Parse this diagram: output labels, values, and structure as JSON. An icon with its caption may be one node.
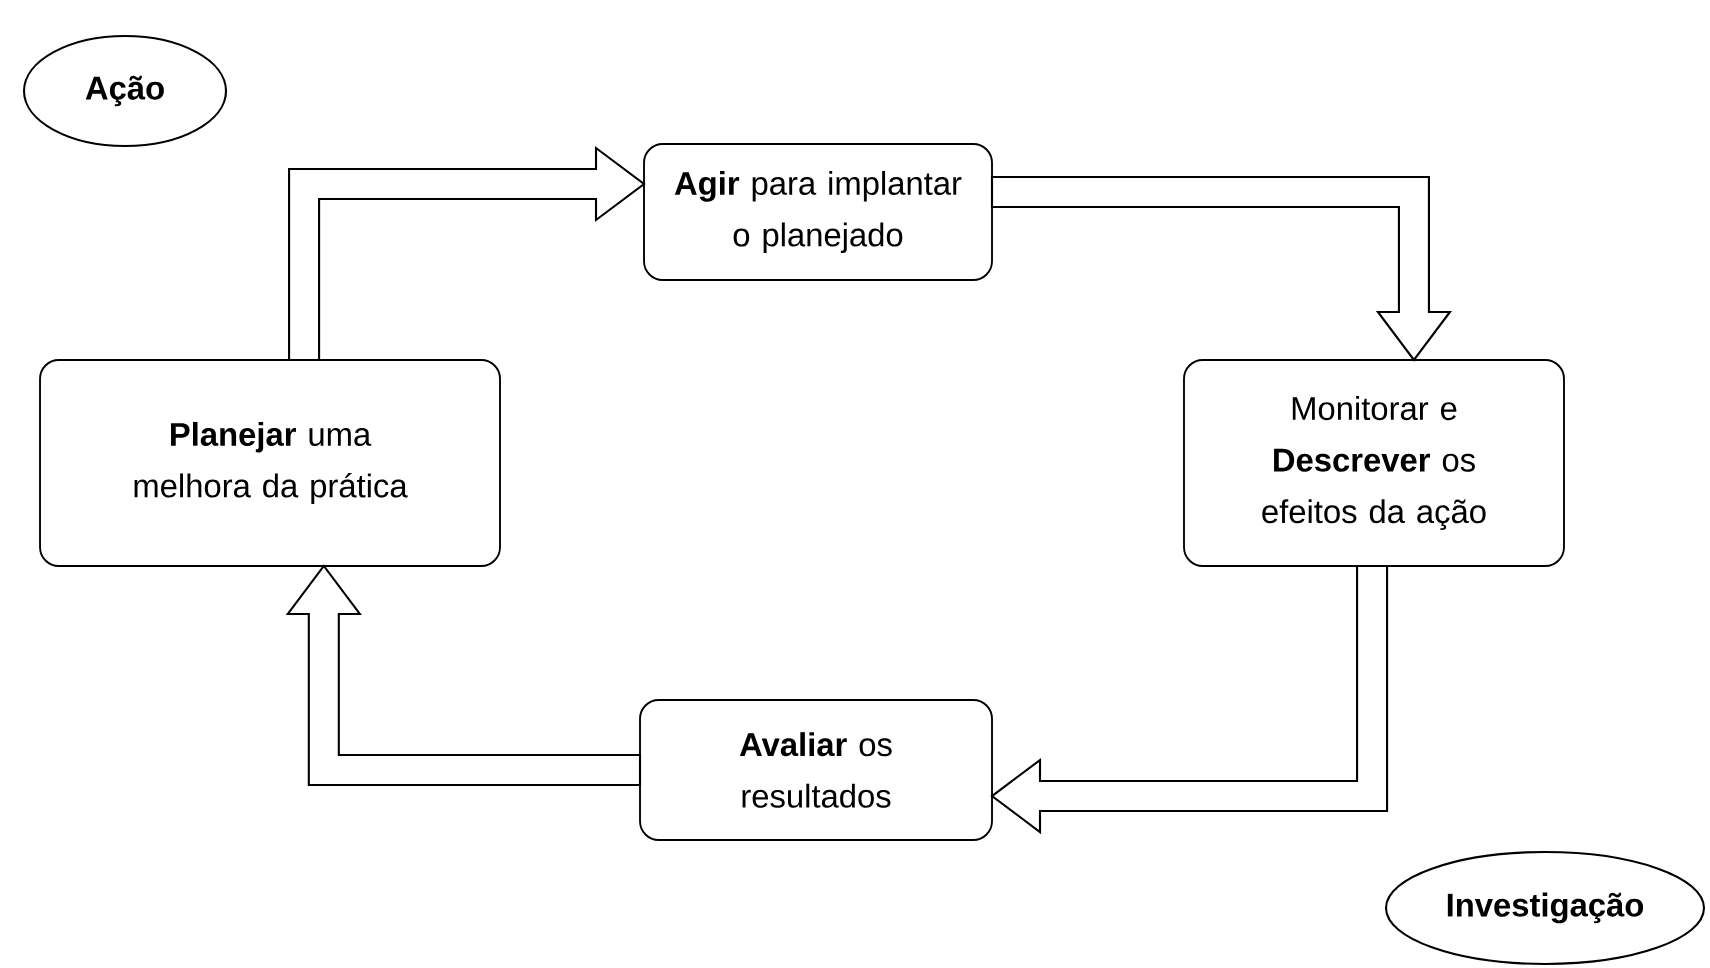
{
  "diagram": {
    "nodes": [
      {
        "text": [
          "Ação"
        ]
      },
      {
        "text": [
          "**Agir** para implantar o planejado"
        ]
      },
      {
        "text": [
          "Monitorar e **Descrever** os efeitos da ação"
        ]
      },
      {
        "text": [
          "**Avaliar** os resultados"
        ]
      },
      {
        "text": [
          "**Planejar** uma melhora da prática"
        ]
      },
      {
        "text": [
          "Investigação"
        ]
      }
    ],
    "edges": [
      {
        "from": 4,
        "to": 1,
        "arrow": "to"
      },
      {
        "from": 1,
        "to": 2,
        "arrow": "to"
      },
      {
        "from": 2,
        "to": 3,
        "arrow": "to"
      },
      {
        "from": 3,
        "to": 4,
        "arrow": "to"
      }
    ]
  }
}
